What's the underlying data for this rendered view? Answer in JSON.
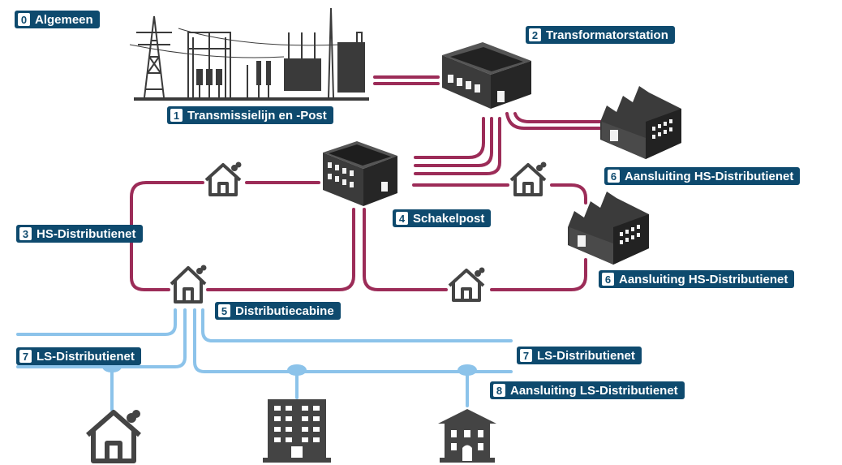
{
  "colors": {
    "label_bg": "#0e4a6e",
    "hs_line": "#9c2c58",
    "ls_line": "#8cc3ea",
    "icon": "#444444"
  },
  "labels": {
    "algemeen": {
      "num": "0",
      "text": "Algemeen"
    },
    "transmissie": {
      "num": "1",
      "text": "Transmissielijn en -Post"
    },
    "transformator": {
      "num": "2",
      "text": "Transformatorstation"
    },
    "hs_dist": {
      "num": "3",
      "text": "HS-Distributienet"
    },
    "schakelpost": {
      "num": "4",
      "text": "Schakelpost"
    },
    "cabine": {
      "num": "5",
      "text": "Distributiecabine"
    },
    "aansl_hs_1": {
      "num": "6",
      "text": "Aansluiting HS-Distributienet"
    },
    "aansl_hs_2": {
      "num": "6",
      "text": "Aansluiting HS-Distributienet"
    },
    "ls_dist_left": {
      "num": "7",
      "text": "LS-Distributienet"
    },
    "ls_dist_right": {
      "num": "7",
      "text": "LS-Distributienet"
    },
    "aansl_ls": {
      "num": "8",
      "text": "Aansluiting LS-Distributienet"
    }
  },
  "icons": [
    "transmission-towers-icon",
    "substation-building-icon",
    "factory-icon",
    "switching-post-icon",
    "house-icon",
    "distribution-cabin-icon",
    "apartment-building-icon",
    "villa-icon"
  ]
}
